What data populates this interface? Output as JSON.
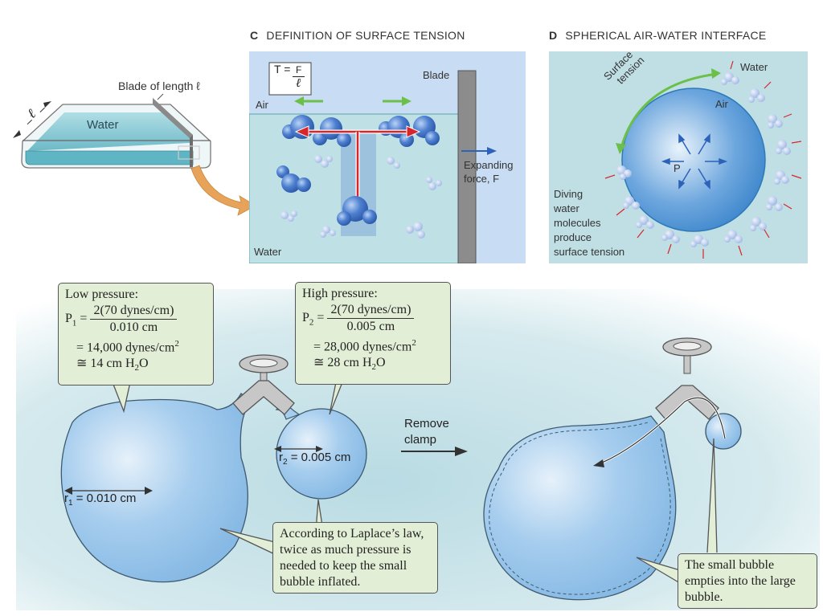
{
  "panel_tray": {
    "blade_label": "Blade of length ℓ",
    "water_label": "Water",
    "length_symbol": "ℓ"
  },
  "panel_c": {
    "letter": "C",
    "title": "DEFINITION OF SURFACE TENSION",
    "formula_lhs": "T =",
    "formula_num": "F",
    "formula_den": "ℓ",
    "air_label": "Air",
    "water_label": "Water",
    "blade_label": "Blade",
    "force_label_line1": "Expanding",
    "force_label_line2": "force, F"
  },
  "panel_d": {
    "letter": "D",
    "title": "SPHERICAL AIR-WATER INTERFACE",
    "water_label": "Water",
    "air_label": "Air",
    "pressure_label": "P",
    "surface_tension_line1": "Surface",
    "surface_tension_line2": "tension",
    "diving_lines": [
      "Diving",
      "water",
      "molecules",
      "produce",
      "surface tension"
    ]
  },
  "laplace": {
    "low": {
      "heading": "Low pressure:",
      "symbol": "P",
      "subscript": "1",
      "numerator": "2(70 dynes/cm)",
      "denominator": "0.010 cm",
      "result1": "= 14,000 dynes/cm",
      "result1_sup": "2",
      "result2_pre": "≅ 14 cm H",
      "result2_sub": "2",
      "result2_post": "O"
    },
    "high": {
      "heading": "High pressure:",
      "symbol": "P",
      "subscript": "2",
      "numerator": "2(70 dynes/cm)",
      "denominator": "0.005 cm",
      "result1": "= 28,000 dynes/cm",
      "result1_sup": "2",
      "result2_pre": "≅ 28 cm H",
      "result2_sub": "2",
      "result2_post": "O"
    },
    "r1_label": "r",
    "r1_sub": "1",
    "r1_value": " = 0.010 cm",
    "r2_label": "r",
    "r2_sub": "2",
    "r2_value": " = 0.005 cm",
    "remove_clamp_line1": "Remove",
    "remove_clamp_line2": "clamp",
    "laplace_note": "According to Laplace’s law, twice as much pressure is needed to keep the small bubble inflated.",
    "empties_note": "The small bubble empties into the large bubble."
  },
  "colors": {
    "water_tray": "#7cc4cf",
    "panel_bg": "#c9dff2",
    "water_bg": "#bfe0e6",
    "molecule": "#3d6fc4",
    "bubble": "#8fbfe6",
    "callout": "#e3eed6",
    "green_arrow": "#6cc04a",
    "red_arrow": "#d8252a",
    "orange_arrow": "#e8a35a"
  }
}
